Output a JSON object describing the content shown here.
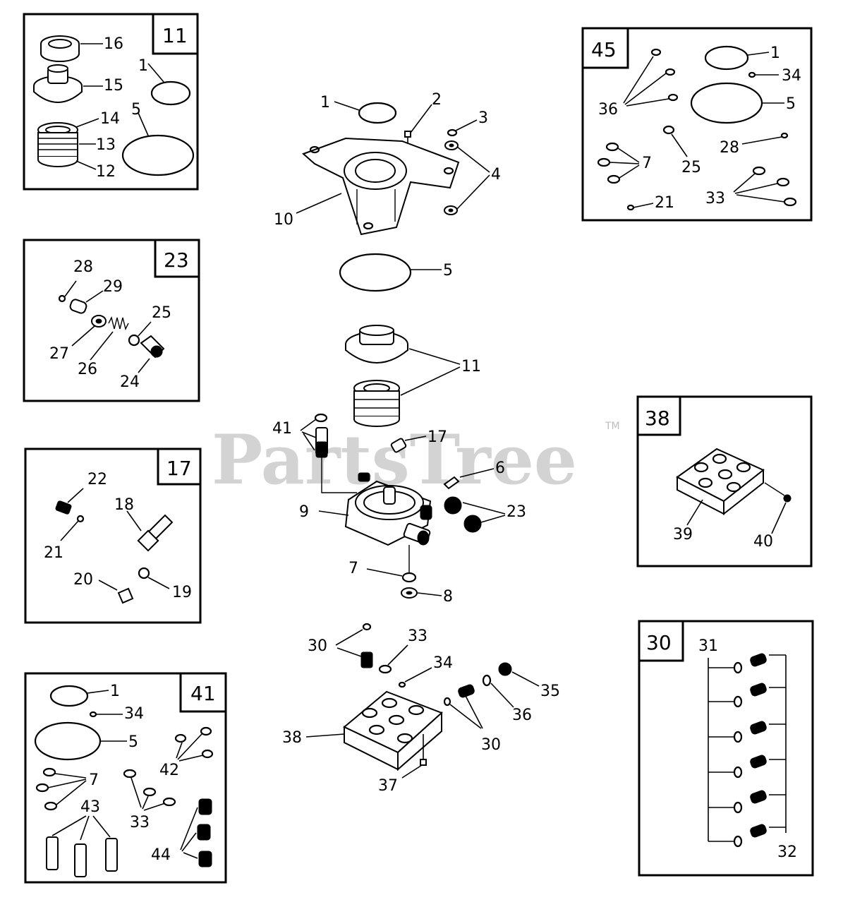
{
  "watermark": {
    "text": "PartsTree",
    "trademark": "TM"
  },
  "kits": {
    "k11": {
      "title": "11",
      "labels": [
        "16",
        "15",
        "1",
        "5",
        "14",
        "13",
        "12"
      ]
    },
    "k23": {
      "title": "23",
      "labels": [
        "28",
        "29",
        "25",
        "27",
        "26",
        "24"
      ]
    },
    "k17": {
      "title": "17",
      "labels": [
        "22",
        "18",
        "21",
        "20",
        "19"
      ]
    },
    "k41": {
      "title": "41",
      "labels": [
        "1",
        "34",
        "5",
        "42",
        "7",
        "33",
        "43",
        "44"
      ]
    },
    "k45": {
      "title": "45",
      "labels": [
        "1",
        "34",
        "36",
        "5",
        "28",
        "25",
        "7",
        "33",
        "21"
      ]
    },
    "k38": {
      "title": "38",
      "labels": [
        "39",
        "40"
      ]
    },
    "k30": {
      "title": "30",
      "labels": [
        "31",
        "32"
      ]
    }
  },
  "main": {
    "labels": [
      "1",
      "2",
      "3",
      "4",
      "10",
      "5",
      "11",
      "41",
      "17",
      "6",
      "9",
      "23",
      "7",
      "8",
      "30",
      "33",
      "34",
      "35",
      "36",
      "38",
      "30",
      "37"
    ]
  }
}
